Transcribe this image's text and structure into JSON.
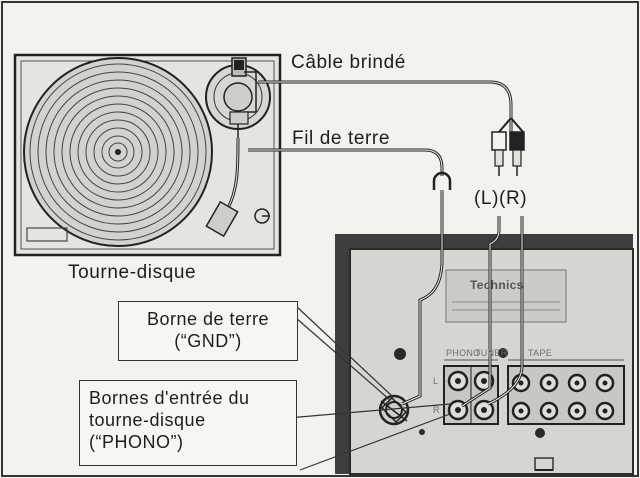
{
  "labels": {
    "shielded_cable": "Câble brindé",
    "ground_wire": "Fil de terre",
    "lr": "(L)(R)",
    "turntable": "Tourne-disque",
    "ground_terminal": [
      "Borne de terre",
      "(“GND”)"
    ],
    "phono_inputs": [
      "Bornes d'entrée du",
      "tourne-disque",
      "(“PHONO”)"
    ]
  },
  "amplifier": {
    "brand": "Technics",
    "jack_labels": [
      "PHONO",
      "TUNER",
      "TAPE",
      "L",
      "R"
    ]
  },
  "colors": {
    "line": "#2a2a2a",
    "panel": "#e9e7e2",
    "amp_frame": "#3a3a3a",
    "amp_plate": "#cfcdc7"
  }
}
